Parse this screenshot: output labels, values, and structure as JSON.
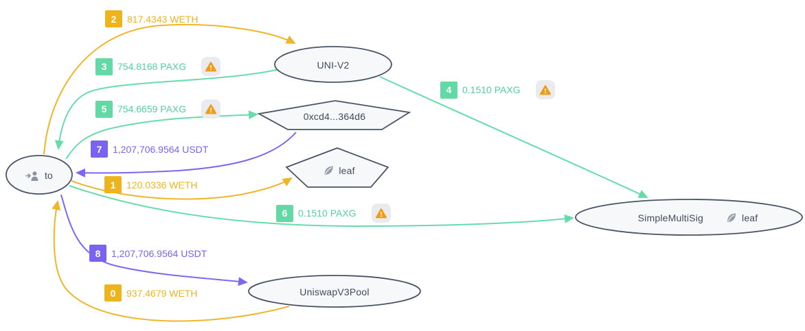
{
  "diagram": {
    "title": "token-transfer-flow-graph",
    "background": "#ffffff"
  },
  "colors": {
    "orange": "#edb41e",
    "green": "#63d9a6",
    "purple": "#7b63f1",
    "node_border": "#4a5365",
    "node_fill": "#f6f8fa",
    "node_text": "#414b5c",
    "warning_bg": "#e9ebef",
    "warning_triangle": "#ef9c17",
    "icon_gray": "#8a94a3"
  },
  "nodes": {
    "to": {
      "label": "to",
      "shape": "ellipse",
      "icon": "user-arrow-icon"
    },
    "uni_v2": {
      "label": "UNI-V2",
      "shape": "ellipse"
    },
    "contract": {
      "label": "0xcd4...364d6",
      "shape": "pentagon"
    },
    "leaf": {
      "label": "leaf",
      "shape": "pentagon",
      "icon": "leaf-icon"
    },
    "simple_multisig": {
      "label": "SimpleMultiSig",
      "shape": "ellipse",
      "tag": "leaf",
      "tag_icon": "leaf-icon"
    },
    "uniswap_v3_pool": {
      "label": "UniswapV3Pool",
      "shape": "ellipse"
    }
  },
  "edges": [
    {
      "index": "0",
      "amount": "937.4679 WETH",
      "color": "orange",
      "source": "UniswapV3Pool",
      "target": "to",
      "warning": false
    },
    {
      "index": "1",
      "amount": "120.0336 WETH",
      "color": "orange",
      "source": "to",
      "target": "leaf",
      "warning": false
    },
    {
      "index": "2",
      "amount": "817.4343 WETH",
      "color": "orange",
      "source": "to",
      "target": "UNI-V2",
      "warning": false
    },
    {
      "index": "3",
      "amount": "754.8168 PAXG",
      "color": "green",
      "source": "UNI-V2",
      "target": "to",
      "warning": true
    },
    {
      "index": "4",
      "amount": "0.1510 PAXG",
      "color": "green",
      "source": "UNI-V2",
      "target": "SimpleMultiSig",
      "warning": true
    },
    {
      "index": "5",
      "amount": "754.6659 PAXG",
      "color": "green",
      "source": "to",
      "target": "0xcd4...364d6",
      "warning": true
    },
    {
      "index": "6",
      "amount": "0.1510 PAXG",
      "color": "green",
      "source": "to",
      "target": "SimpleMultiSig",
      "warning": true
    },
    {
      "index": "7",
      "amount": "1,207,706.9564 USDT",
      "color": "purple",
      "source": "0xcd4...364d6",
      "target": "to",
      "warning": false
    },
    {
      "index": "8",
      "amount": "1,207,706.9564 USDT",
      "color": "purple",
      "source": "to",
      "target": "UniswapV3Pool",
      "warning": false
    }
  ]
}
